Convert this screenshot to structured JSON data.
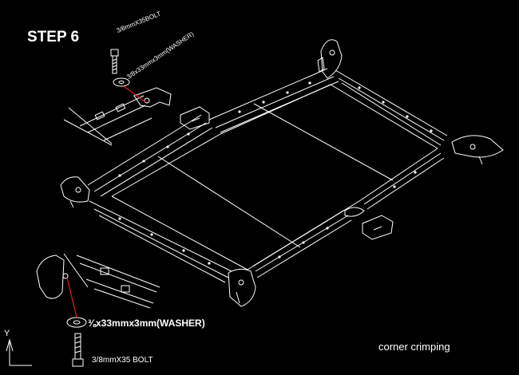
{
  "diagram": {
    "step_title": "STEP 6",
    "callout_top_bolt": "3/8mmX35BOLT",
    "callout_top_washer": "3/8x33mmx3mm(WASHER)",
    "callout_bottom_washer": "⅜x33mmx3mm(WASHER)",
    "callout_bottom_bolt": "3/8mmX35 BOLT",
    "caption": "corner crimping",
    "axis_label": "Y"
  },
  "colors": {
    "background": "#000000",
    "linework": "#ffffff",
    "leader": "#e02020"
  }
}
